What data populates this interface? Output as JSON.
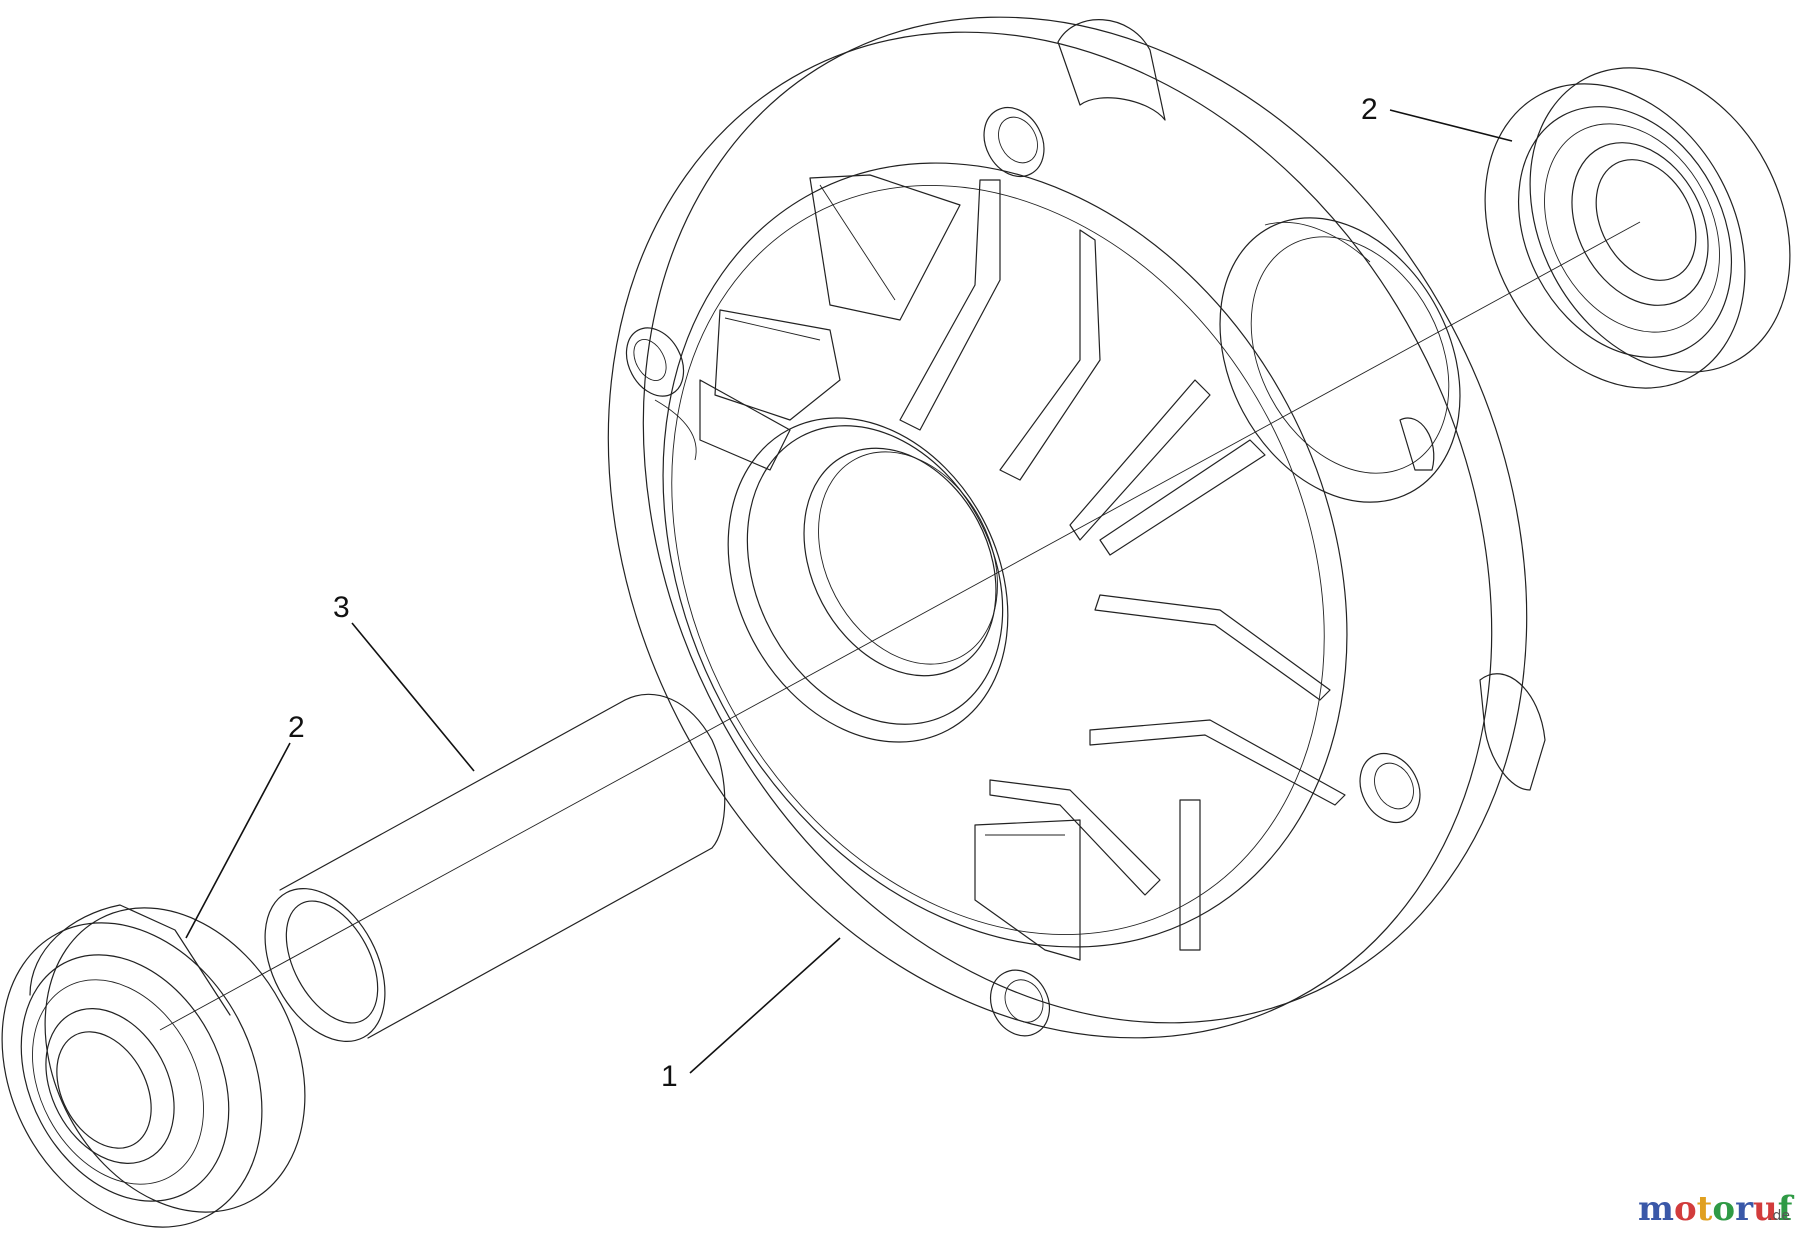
{
  "callouts": [
    {
      "id": "hub",
      "label": "1"
    },
    {
      "id": "bearing-top",
      "label": "2"
    },
    {
      "id": "bearing-bottom",
      "label": "2"
    },
    {
      "id": "spacer",
      "label": "3"
    }
  ],
  "watermark": {
    "letters": [
      "m",
      "o",
      "t",
      "o",
      "r",
      "u",
      "f"
    ],
    "colors": [
      "#3a58a8",
      "#d23c3c",
      "#e0a020",
      "#2f9a45",
      "#3a58a8",
      "#d23c3c",
      "#2f9a45"
    ],
    "suffix": ".de"
  }
}
